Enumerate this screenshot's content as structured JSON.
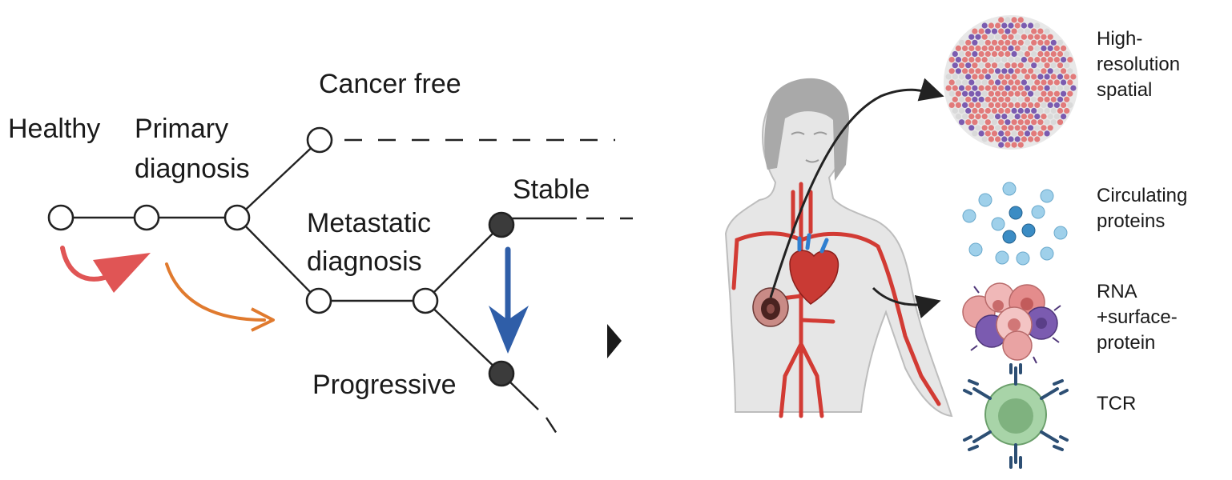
{
  "timeline": {
    "states": {
      "healthy": "Healthy",
      "primary_line1": "Primary",
      "primary_line2": "diagnosis",
      "cancer_free": "Cancer free",
      "metastatic_line1": "Metastatic",
      "metastatic_line2": "diagnosis",
      "stable": "Stable",
      "progressive": "Progressive"
    },
    "colors": {
      "arrow_red": "#e05555",
      "arrow_orange": "#e07a2e",
      "arrow_blue": "#2f5ea8",
      "node_fill_closed": "#3b3b3b",
      "line": "#222222"
    }
  },
  "modalities": {
    "spatial_line1": "High-",
    "spatial_line2": "resolution",
    "spatial_line3": "spatial",
    "proteins_line1": "Circulating",
    "proteins_line2": "proteins",
    "rna_line1": "RNA",
    "rna_line2": "+surface-",
    "rna_line3": "protein",
    "tcr": "TCR",
    "colors": {
      "spatial_pink": "#e27a7a",
      "spatial_purple": "#7b5bb0",
      "spatial_grey": "#d9d9d9",
      "protein_light": "#9fd0ea",
      "protein_dark": "#3b8cc4",
      "tcr_cell": "#9fcd9f",
      "tcr_receptor": "#2d4f74",
      "artery_red": "#d23b34",
      "skin_grey": "#d6d6d6"
    }
  }
}
